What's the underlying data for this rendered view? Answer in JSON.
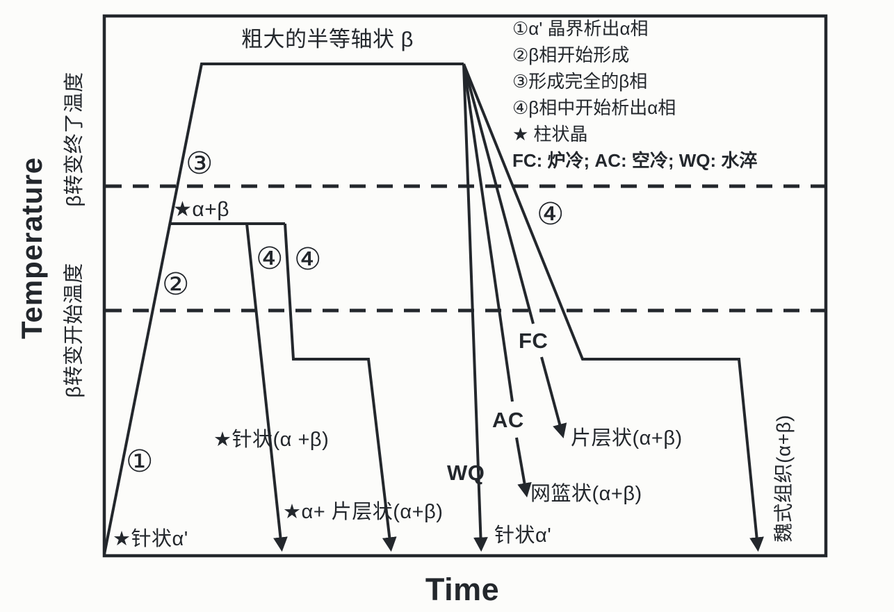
{
  "figure": {
    "top_label": "粗大的半等轴状 β",
    "x_axis_label": "Time",
    "y_axis_label": "Temperature",
    "y_ref_lines": {
      "beta_finish": "β转变终了温度",
      "beta_start": "β转变开始温度"
    },
    "legend": {
      "items": [
        "①α' 晶界析出α相",
        "②β相开始形成",
        "③形成完全的β相",
        "④β相中开始析出α相",
        "★ 柱状晶",
        "FC: 炉冷; AC: 空冷; WQ: 水淬"
      ]
    },
    "stage_markers": {
      "s1": "①",
      "s2": "②",
      "s3": "③",
      "s4_left": "④",
      "s4_mid": "④",
      "s4_right": "④"
    },
    "curve_labels": {
      "columnar_alpha_beta": "★α+β",
      "needle_alpha_beta": "★针状(α +β)",
      "alpha_plus_lamellar": "★α+ 片层状(α+β)",
      "needle_alpha_prime_left": "★针状α'",
      "wq": "WQ",
      "ac": "AC",
      "fc": "FC",
      "lamellar": "片层状(α+β)",
      "basketweave": "网篮状(α+β)",
      "needle_alpha_prime_bottom": "针状α'",
      "widmanstatten": "魏式组织(α+β)"
    },
    "colors": {
      "ink": "#23272c",
      "background": "#fcfcfa"
    }
  }
}
